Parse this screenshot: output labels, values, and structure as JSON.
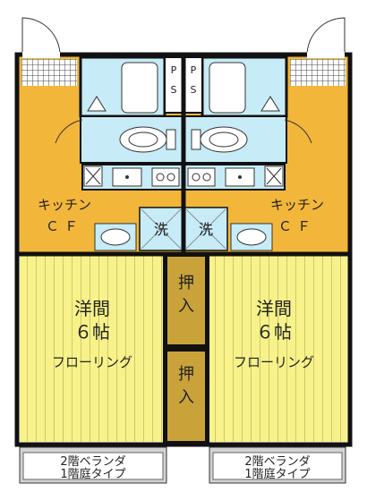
{
  "floorplan": {
    "ps_label": "PS",
    "left_unit": {
      "kitchen_label": "キッチン",
      "kitchen_floor": "ＣＦ",
      "laundry_label": "洗",
      "room_label": "洋間",
      "room_size": "６帖",
      "room_floor": "フローリング",
      "veranda_line1": "2階ベランダ",
      "veranda_line2": "1階庭タイプ"
    },
    "right_unit": {
      "kitchen_label": "キッチン",
      "kitchen_floor": "ＣＦ",
      "laundry_label": "洗",
      "room_label": "洋間",
      "room_size": "６帖",
      "room_floor": "フローリング",
      "veranda_line1": "2階ベランダ",
      "veranda_line2": "1階庭タイプ"
    },
    "closet_upper_label": "押入",
    "closet_lower_label": "押入",
    "colors": {
      "wall": "#111111",
      "kitchen_floor": "#f2b63a",
      "room_floor": "#f7f28a",
      "wet_area": "#c7ecf7",
      "closet": "#c9a33a",
      "veranda": "#d3d3d3"
    }
  }
}
